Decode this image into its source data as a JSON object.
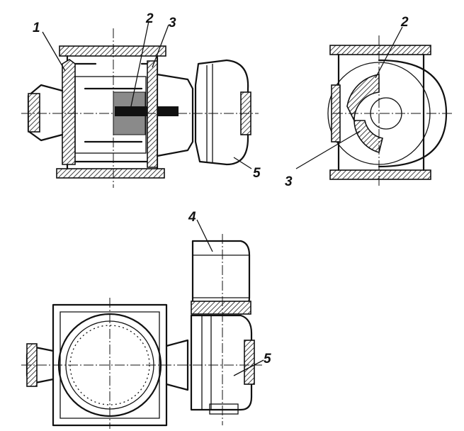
{
  "callouts": {
    "top_left": [
      "1",
      "2",
      "3",
      "5"
    ],
    "top_right": [
      "2",
      "3"
    ],
    "bottom": [
      "4",
      "5"
    ]
  }
}
